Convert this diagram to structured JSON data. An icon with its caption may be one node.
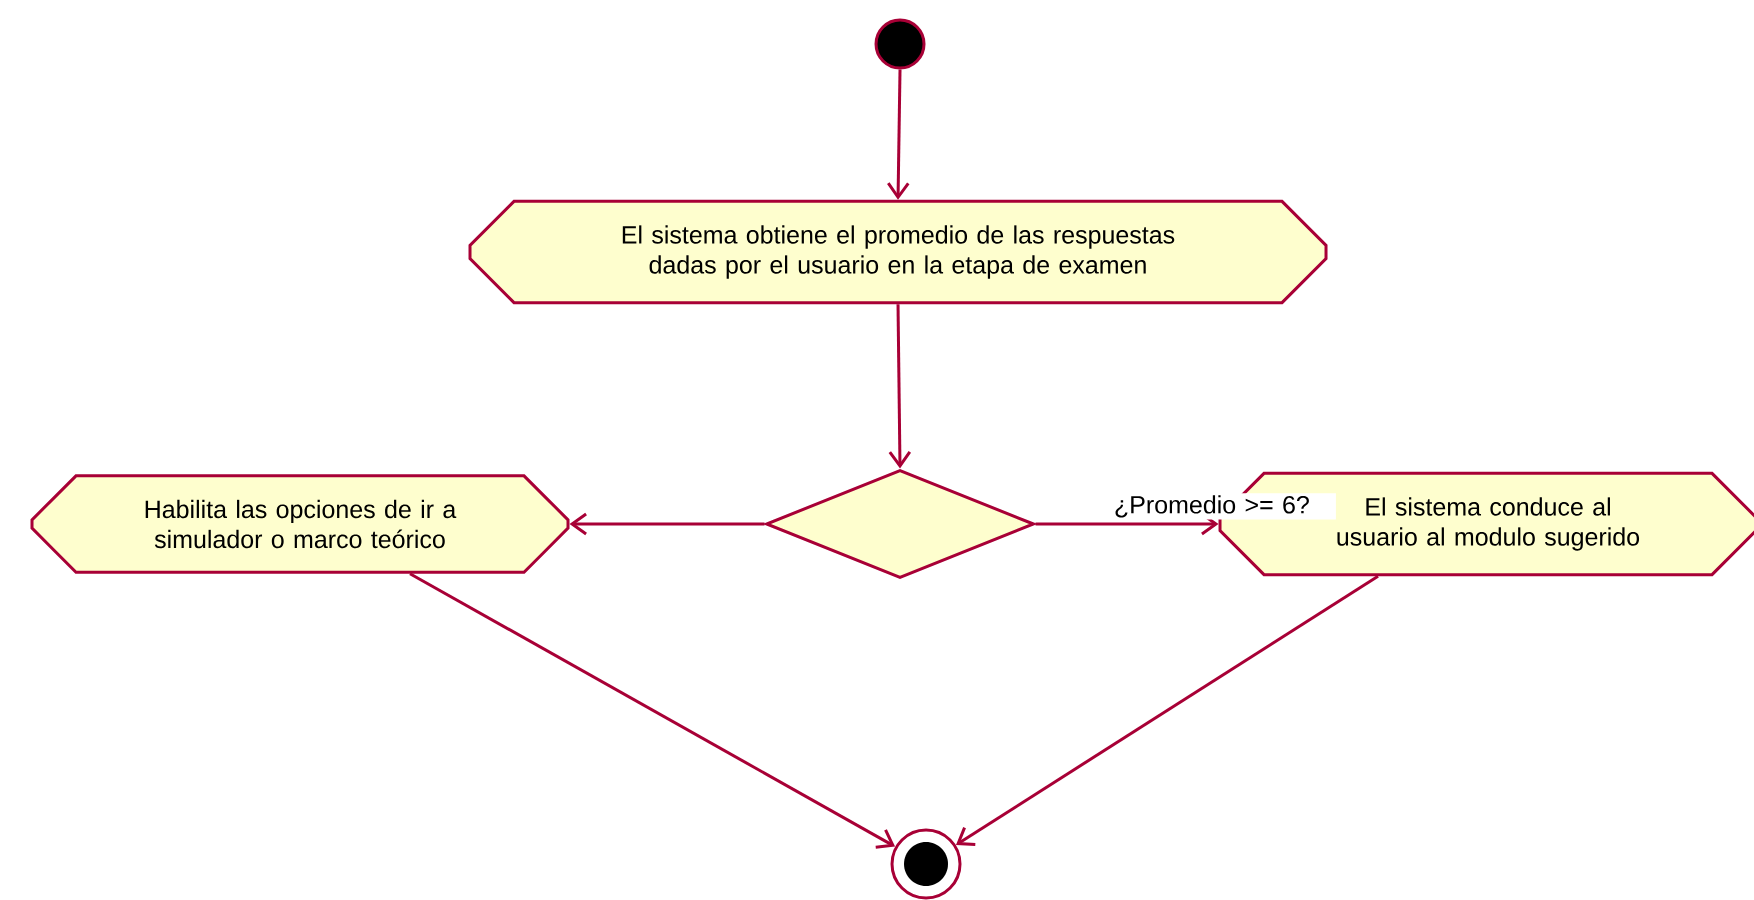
{
  "diagram": {
    "nodes": [
      {
        "text": [],
        "shape": "circle"
      },
      {
        "text": [
          "El sistema obtiene el promedio de las respuestas dadas por el usuario en la etapa de examen"
        ]
      },
      {
        "text": [],
        "shape": "diamond"
      },
      {
        "text": [
          "Habilita las opciones de ir a simulador o marco teórico"
        ]
      },
      {
        "text": [
          "El sistema conduce al usuario al modulo sugerido"
        ]
      },
      {
        "text": [],
        "shape": "bullseye"
      }
    ],
    "edges": [
      {
        "from": 0,
        "to": 1,
        "arrow": "to"
      },
      {
        "from": 1,
        "to": 2,
        "arrow": "to"
      },
      {
        "from": 2,
        "to": 3,
        "arrow": "to"
      },
      {
        "from": 2,
        "to": 4,
        "arrow": "to",
        "label": "¿Promedio >= 6?"
      },
      {
        "from": 3,
        "to": 5,
        "arrow": "to"
      },
      {
        "from": 4,
        "to": 5,
        "arrow": "to"
      }
    ]
  }
}
